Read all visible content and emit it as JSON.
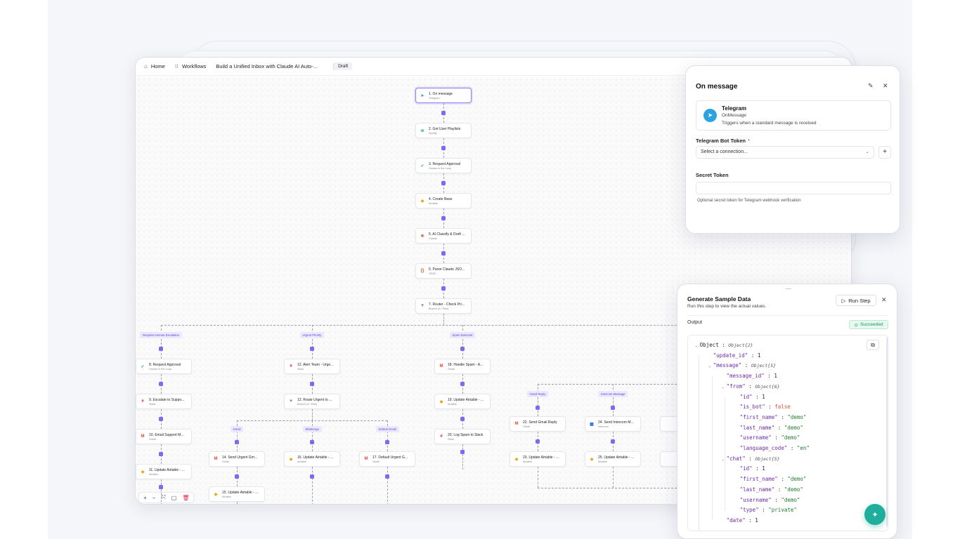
{
  "topbar": {
    "home": "Home",
    "workflows": "Workflows",
    "workflow_title": "Build a Unified Inbox with Claude AI Auto-...",
    "status": "Draft"
  },
  "nodes": [
    {
      "id": "n1",
      "title": "1. On message",
      "sub": "Telegram",
      "icon": "telegram-icon",
      "color": "#2aa3df"
    },
    {
      "id": "n2",
      "title": "2. Get User Playlists",
      "sub": "Spotify",
      "icon": "spotify-icon",
      "color": "#1db954"
    },
    {
      "id": "n3",
      "title": "3. Request Approval",
      "sub": "Human in the Loop",
      "icon": "check-circle-icon",
      "color": "#16a34a"
    },
    {
      "id": "n4",
      "title": "4. Create Base",
      "sub": "Airtable",
      "icon": "airtable-icon",
      "color": "#f59e0b"
    },
    {
      "id": "n5",
      "title": "5. AI Classify & Draft ...",
      "sub": "Claude",
      "icon": "claude-icon",
      "color": "#d97757"
    },
    {
      "id": "n6",
      "title": "6. Parse Claude JSO...",
      "sub": "JSON",
      "icon": "json-icon",
      "color": "#b45309"
    },
    {
      "id": "n7",
      "title": "7. Router - Check Pri...",
      "sub": "Branch (4 / Else)",
      "icon": "branch-icon",
      "color": "#374151"
    },
    {
      "id": "n8",
      "title": "8. Request Approval",
      "sub": "Human in the Loop",
      "icon": "check-circle-icon",
      "color": "#16a34a"
    },
    {
      "id": "n9",
      "title": "9. Escalate to Suppo...",
      "sub": "Slack",
      "icon": "slack-icon",
      "color": "#e01e5a"
    },
    {
      "id": "n10",
      "title": "10. Email Support M...",
      "sub": "Gmail",
      "icon": "gmail-icon",
      "color": "#ea4335"
    },
    {
      "id": "n11",
      "title": "11. Update Airtable - ...",
      "sub": "Airtable",
      "icon": "airtable-icon",
      "color": "#f59e0b"
    },
    {
      "id": "n12",
      "title": "12. Alert Team - Urge...",
      "sub": "Slack",
      "icon": "slack-icon",
      "color": "#e01e5a"
    },
    {
      "id": "n13",
      "title": "13. Route Urgent to ...",
      "sub": "Branch (4 / Else)",
      "icon": "branch-icon",
      "color": "#374151"
    },
    {
      "id": "n14",
      "title": "14. Send Urgent Gm...",
      "sub": "Gmail",
      "icon": "gmail-icon",
      "color": "#ea4335"
    },
    {
      "id": "n15",
      "title": "15. Update Airtable - ...",
      "sub": "Airtable",
      "icon": "airtable-icon",
      "color": "#f59e0b"
    },
    {
      "id": "n16",
      "title": "16. Update Airtable - ...",
      "sub": "Airtable",
      "icon": "airtable-icon",
      "color": "#f59e0b"
    },
    {
      "id": "n17",
      "title": "17. Default Urgent G...",
      "sub": "Gmail",
      "icon": "gmail-icon",
      "color": "#ea4335"
    },
    {
      "id": "n18",
      "title": "18. Handle Spam - A...",
      "sub": "Gmail",
      "icon": "gmail-icon",
      "color": "#ea4335"
    },
    {
      "id": "n19",
      "title": "19. Update Airtable - ...",
      "sub": "Airtable",
      "icon": "airtable-icon",
      "color": "#f59e0b"
    },
    {
      "id": "n20",
      "title": "20. Log Spam to Slack",
      "sub": "Slack",
      "icon": "slack-icon",
      "color": "#e01e5a"
    },
    {
      "id": "n22",
      "title": "22. Send Gmail Reply",
      "sub": "Gmail",
      "icon": "gmail-icon",
      "color": "#ea4335"
    },
    {
      "id": "n23",
      "title": "23. Update Airtable - ...",
      "sub": "Airtable",
      "icon": "airtable-icon",
      "color": "#f59e0b"
    },
    {
      "id": "n24",
      "title": "24. Send Intercom M...",
      "sub": "Intercom",
      "icon": "intercom-icon",
      "color": "#1f6feb"
    },
    {
      "id": "n25",
      "title": "25. Update Airtable - ...",
      "sub": "Airtable",
      "icon": "airtable-icon",
      "color": "#f59e0b"
    }
  ],
  "branch_labels": {
    "human": "Requires Human Escalation",
    "urgent": "Urgent Priority",
    "spam": "Spam Detected",
    "gmail": "Gmail",
    "whatsapp": "WhatsApp",
    "default_gmail": "Default Gmail",
    "gmail_reply": "Gmail Reply",
    "intercom": "Intercom Message"
  },
  "zoom_controls": [
    "+",
    "−",
    "⤧",
    "▢",
    "🗑"
  ],
  "step_panel": {
    "title": "On message",
    "app_name": "Telegram",
    "trigger_name": "OnMessage",
    "trigger_desc": "Triggers when a standard message is received",
    "bot_token_label": "Telegram Bot Token",
    "required_mark": "*",
    "select_placeholder": "Select a connection...",
    "secret_label": "Secret Token",
    "secret_hint": "Optional secret token for Telegram webhook verification"
  },
  "sample_panel": {
    "title": "Generate Sample Data",
    "subtitle": "Run this step to view the actual values.",
    "run_label": "Run Step",
    "output_label": "Output",
    "status": "Succeeded"
  },
  "json_lines": [
    {
      "indent": 0,
      "toggle": "⌄",
      "key": "Object",
      "plain": true,
      "type": "Object{2}"
    },
    {
      "indent": 1,
      "key": "\"update_id\"",
      "val": "1",
      "cls": "n"
    },
    {
      "indent": 1,
      "toggle": "⌄",
      "key": "\"message\"",
      "type": "Object{5}"
    },
    {
      "indent": 2,
      "key": "\"message_id\"",
      "val": "1",
      "cls": "n"
    },
    {
      "indent": 2,
      "toggle": "⌄",
      "key": "\"from\"",
      "type": "Object{6}"
    },
    {
      "indent": 3,
      "key": "\"id\"",
      "val": "1",
      "cls": "n"
    },
    {
      "indent": 3,
      "key": "\"is_bot\"",
      "val": "false",
      "cls": "b"
    },
    {
      "indent": 3,
      "key": "\"first_name\"",
      "val": "\"demo\"",
      "cls": "s"
    },
    {
      "indent": 3,
      "key": "\"last_name\"",
      "val": "\"demo\"",
      "cls": "s"
    },
    {
      "indent": 3,
      "key": "\"username\"",
      "val": "\"demo\"",
      "cls": "s"
    },
    {
      "indent": 3,
      "key": "\"language_code\"",
      "val": "\"en\"",
      "cls": "s"
    },
    {
      "indent": 2,
      "toggle": "⌄",
      "key": "\"chat\"",
      "type": "Object{5}"
    },
    {
      "indent": 3,
      "key": "\"id\"",
      "val": "1",
      "cls": "n"
    },
    {
      "indent": 3,
      "key": "\"first_name\"",
      "val": "\"demo\"",
      "cls": "s"
    },
    {
      "indent": 3,
      "key": "\"last_name\"",
      "val": "\"demo\"",
      "cls": "s"
    },
    {
      "indent": 3,
      "key": "\"username\"",
      "val": "\"demo\"",
      "cls": "s"
    },
    {
      "indent": 3,
      "key": "\"type\"",
      "val": "\"private\"",
      "cls": "s"
    },
    {
      "indent": 2,
      "key": "\"date\"",
      "val": "1",
      "cls": "n"
    }
  ]
}
